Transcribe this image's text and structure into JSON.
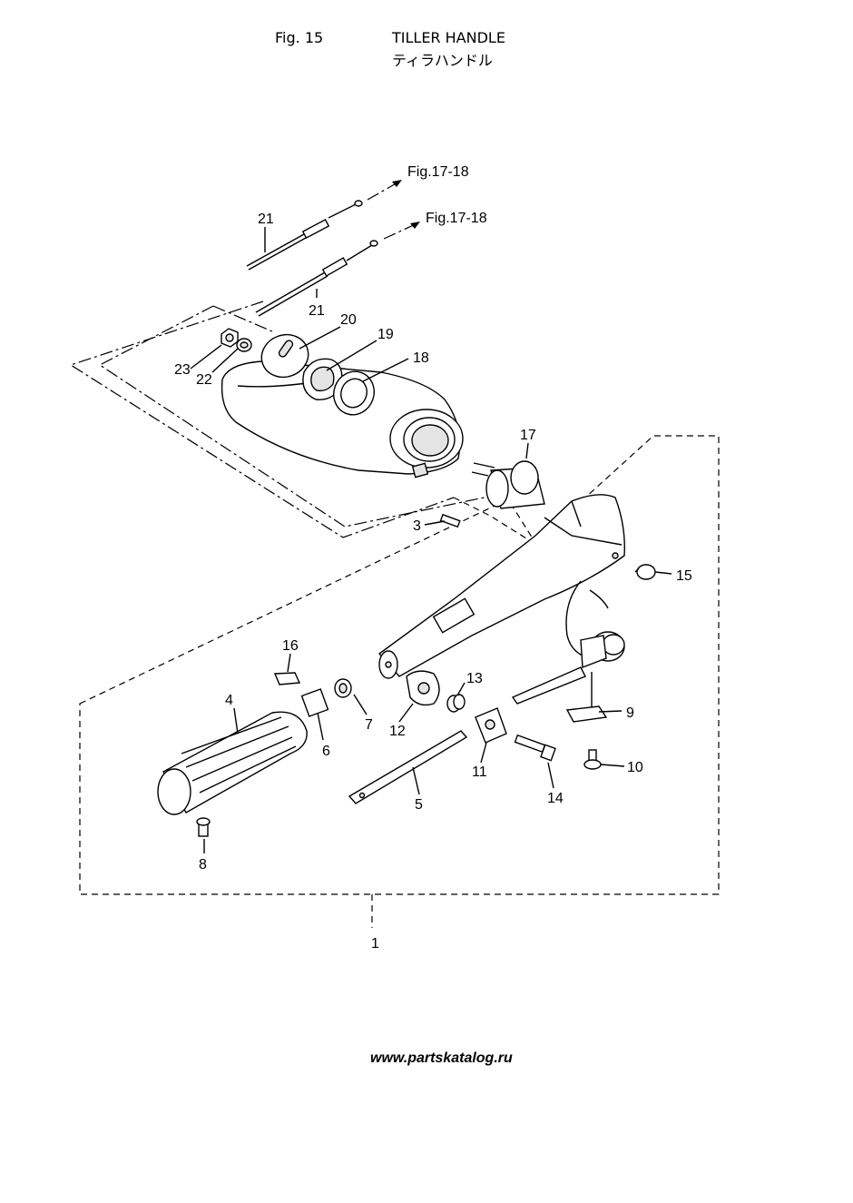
{
  "header": {
    "fig_label": "Fig. 15",
    "title": "TILLER HANDLE",
    "title_jp": "ティラハンドル"
  },
  "references": {
    "upper": "Fig.17-18",
    "lower": "Fig.17-18"
  },
  "callouts": {
    "p1": "1",
    "p3": "3",
    "p4": "4",
    "p5": "5",
    "p6": "6",
    "p7": "7",
    "p8": "8",
    "p9": "9",
    "p10": "10",
    "p11": "11",
    "p12": "12",
    "p13": "13",
    "p14": "14",
    "p15": "15",
    "p16": "16",
    "p17": "17",
    "p18": "18",
    "p19": "19",
    "p20": "20",
    "p21a": "21",
    "p21b": "21",
    "p22": "22",
    "p23": "23"
  },
  "watermark": "www.partskatalog.ru"
}
